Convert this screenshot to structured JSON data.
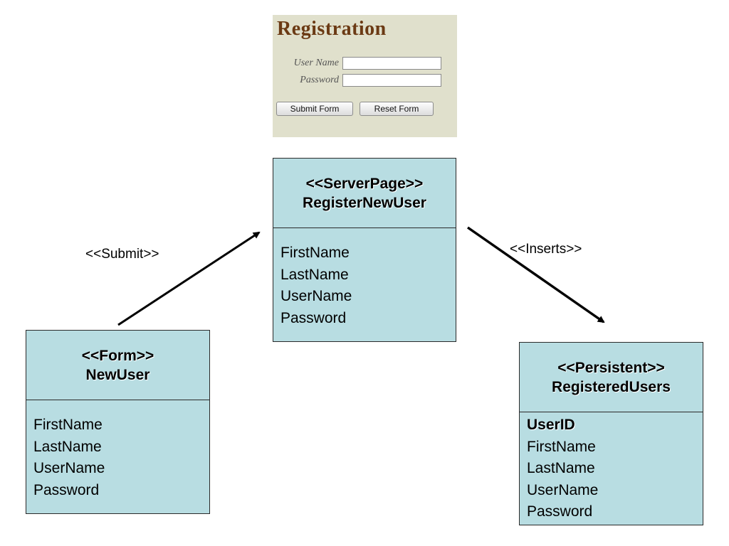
{
  "registration_form": {
    "title": "Registration",
    "username_label": "User Name",
    "password_label": "Password",
    "username_value": "",
    "password_value": "",
    "submit_label": "Submit Form",
    "reset_label": "Reset Form"
  },
  "nodes": {
    "server_page": {
      "stereotype": "<<ServerPage>>",
      "name": "RegisterNewUser",
      "attributes": [
        "FirstName",
        "LastName",
        "UserName",
        "Password"
      ]
    },
    "form": {
      "stereotype": "<<Form>>",
      "name": "NewUser",
      "attributes": [
        "FirstName",
        "LastName",
        "UserName",
        "Password"
      ]
    },
    "persistent": {
      "stereotype": "<<Persistent>>",
      "name": "RegisteredUsers",
      "key_attribute": "UserID",
      "attributes": [
        "FirstName",
        "LastName",
        "UserName",
        "Password"
      ]
    }
  },
  "edges": [
    {
      "from": "form",
      "to": "server_page",
      "label": "<<Submit>>"
    },
    {
      "from": "server_page",
      "to": "persistent",
      "label": "<<Inserts>>"
    }
  ]
}
